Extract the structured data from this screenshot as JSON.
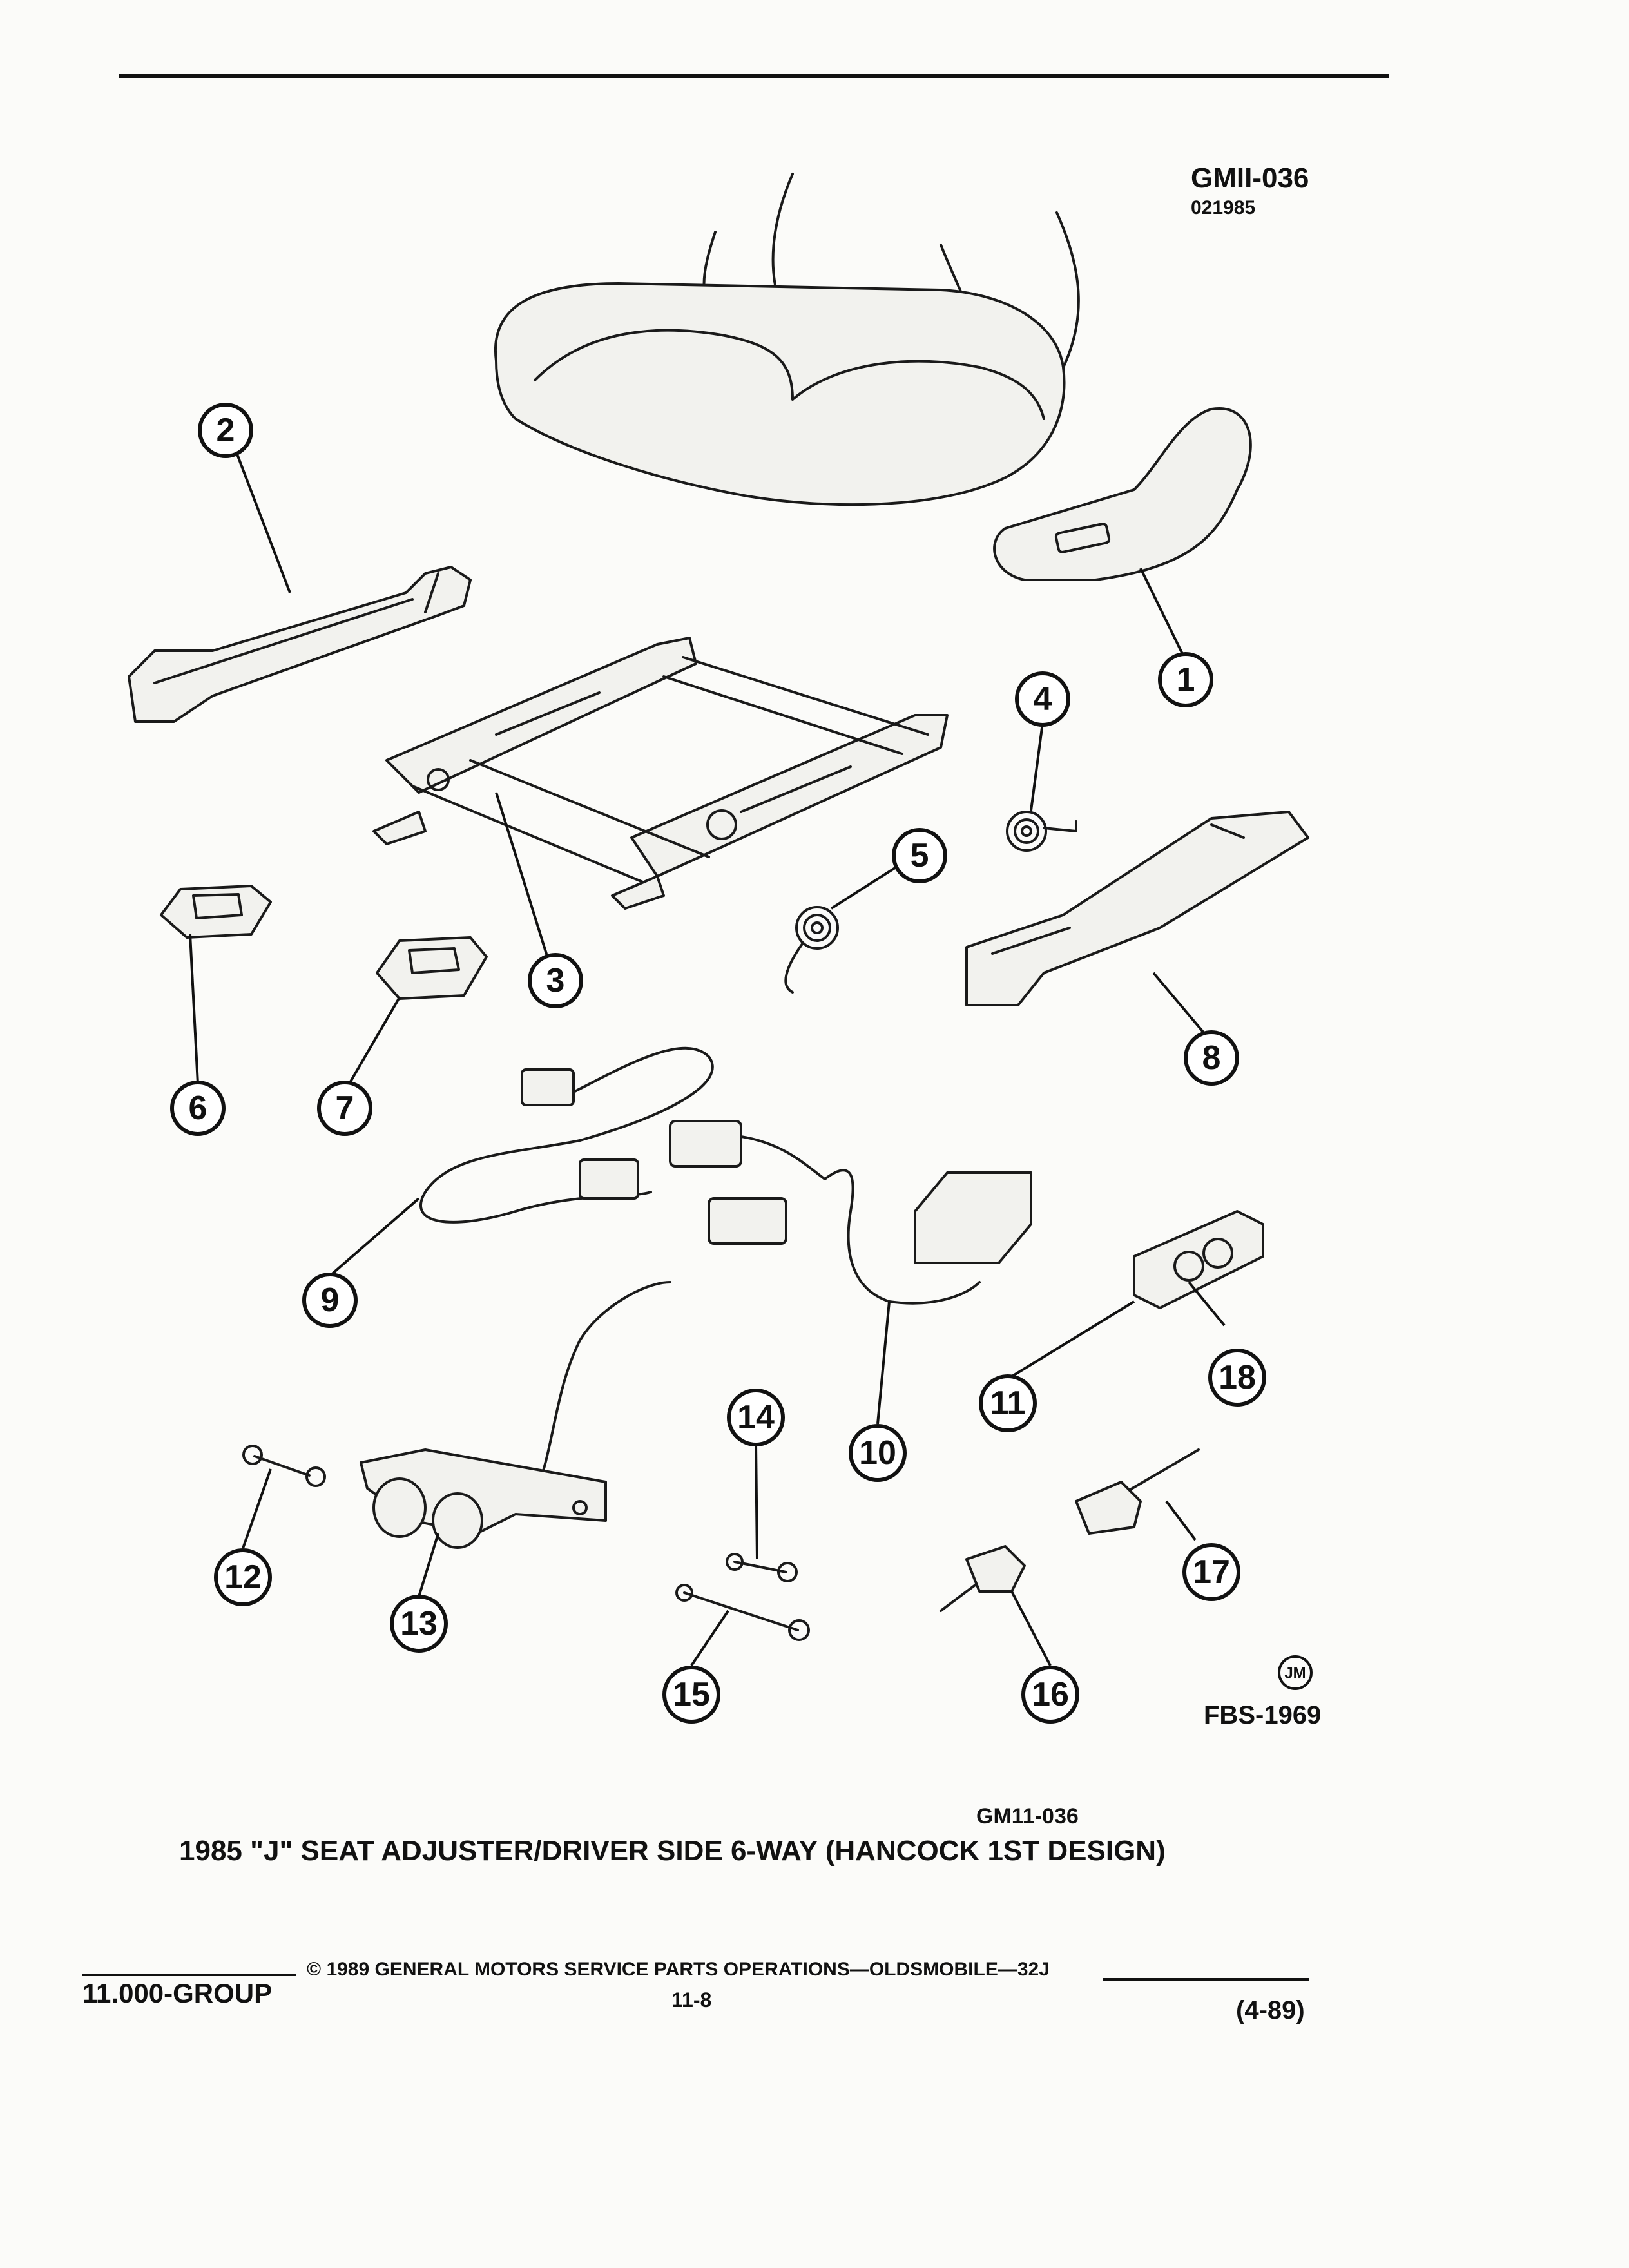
{
  "header": {
    "illustration_code": "GMII-036",
    "date_code": "021985"
  },
  "figure": {
    "artist_mark": "JM",
    "figure_code": "FBS-1969",
    "caption_code": "GM11-036",
    "caption": "1985 \"J\" SEAT ADJUSTER/DRIVER SIDE 6-WAY (HANCOCK 1ST DESIGN)",
    "callouts": [
      "1",
      "2",
      "3",
      "4",
      "5",
      "6",
      "7",
      "8",
      "9",
      "10",
      "11",
      "12",
      "13",
      "14",
      "15",
      "16",
      "17",
      "18"
    ]
  },
  "footer": {
    "group": "11.000-GROUP",
    "copyright": "© 1989 GENERAL MOTORS SERVICE PARTS OPERATIONS—OLDSMOBILE—32J",
    "page_number": "11-8",
    "revision": "(4-89)"
  },
  "colors": {
    "ink": "#111111",
    "paper": "#fbfbf9"
  }
}
